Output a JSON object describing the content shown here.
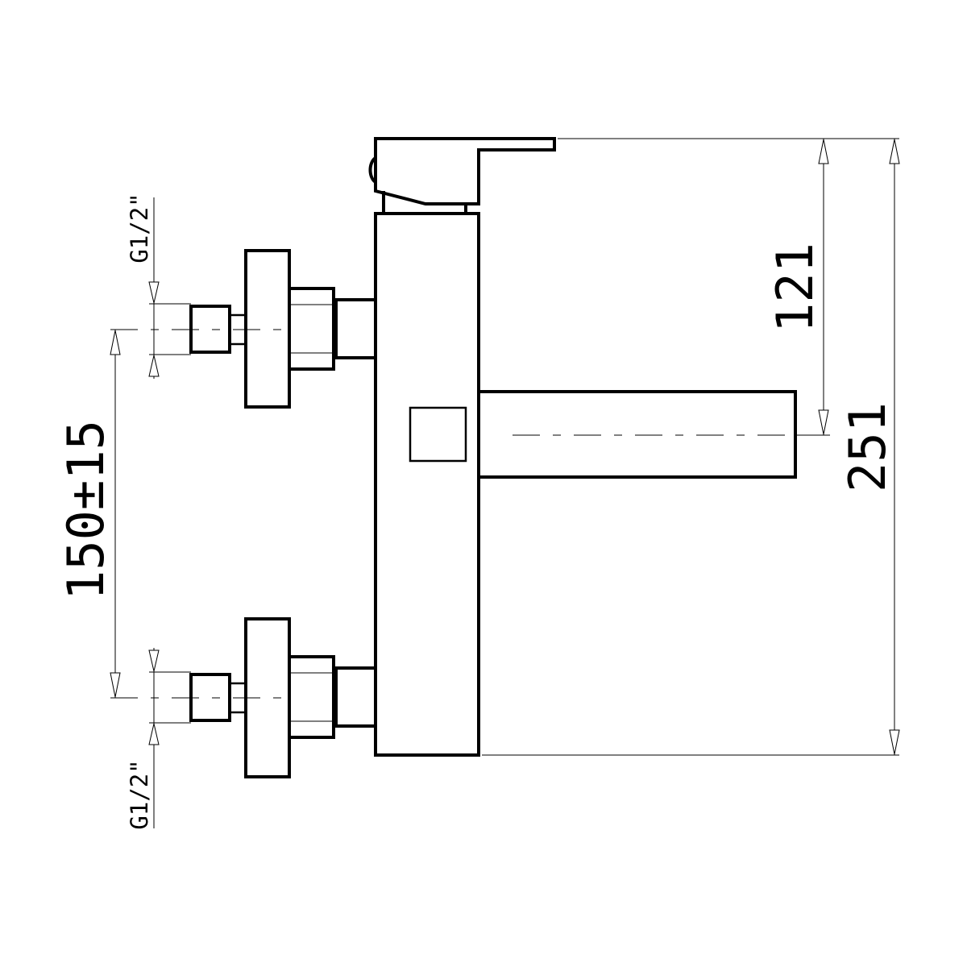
{
  "dimensions": {
    "overall_height": "251",
    "spout_height": "121",
    "inlet_spacing": "150±15",
    "inlet_thread_top": "G1/2\"",
    "inlet_thread_bottom": "G1/2\""
  }
}
